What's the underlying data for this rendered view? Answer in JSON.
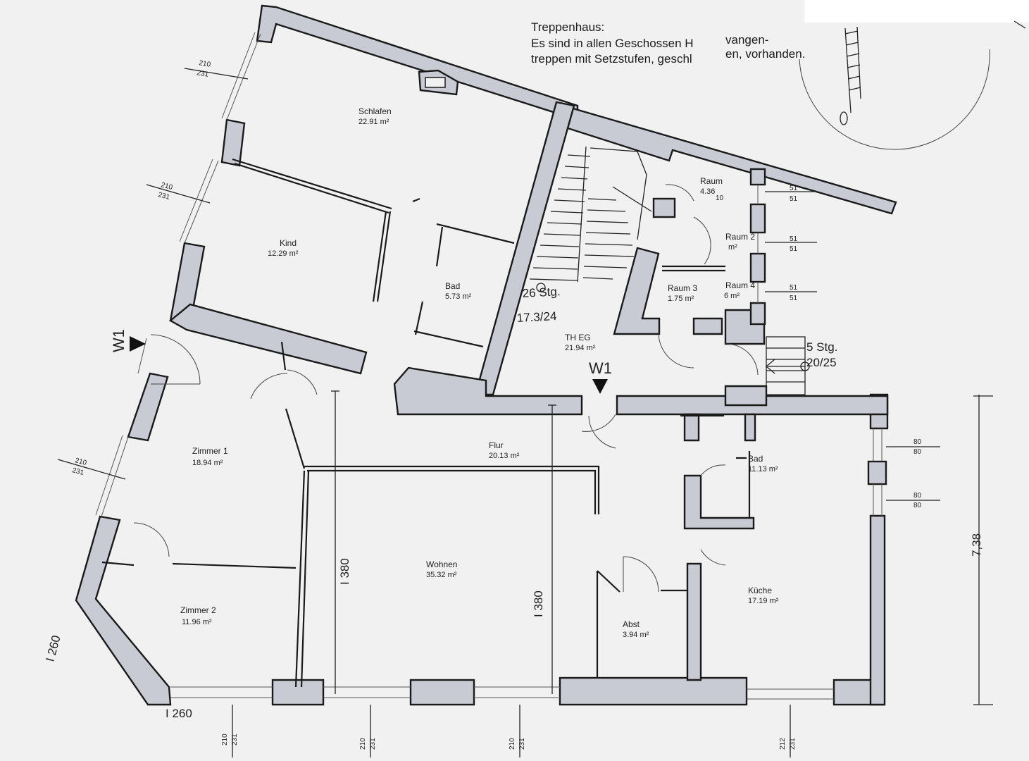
{
  "note": {
    "line1": "Treppenhaus:",
    "line2a": "Es sind in allen Geschossen H",
    "line2b": "vangen-",
    "line3a": "treppen mit Setzstufen, geschl",
    "line3b": "en, vorhanden."
  },
  "rooms": [
    {
      "key": "schlafen",
      "name": "Schlafen",
      "area": "22.91 m²"
    },
    {
      "key": "kind",
      "name": "Kind",
      "area": "12.29 m²"
    },
    {
      "key": "bad-left",
      "name": "Bad",
      "area": "5.73 m²"
    },
    {
      "key": "zimmer1",
      "name": "Zimmer 1",
      "area": "18.94 m²"
    },
    {
      "key": "zimmer2",
      "name": "Zimmer 2",
      "area": "11.96 m²"
    },
    {
      "key": "wohnen",
      "name": "Wohnen",
      "area": "35.32 m²"
    },
    {
      "key": "flur",
      "name": "Flur",
      "area": "20.13 m²"
    },
    {
      "key": "th-eg",
      "name": "TH EG",
      "area": "21.94 m²"
    },
    {
      "key": "raum3",
      "name": "Raum 3",
      "area": "1.75 m²"
    },
    {
      "key": "raum",
      "name": "Raum",
      "area": "4.36"
    },
    {
      "key": "raum2",
      "name": "Raum 2",
      "area": "m²"
    },
    {
      "key": "raum4",
      "name": "Raum 4",
      "area": "6 m²"
    },
    {
      "key": "bad-right",
      "name": "Bad",
      "area": "11.13 m²"
    },
    {
      "key": "abst",
      "name": "Abst",
      "area": "3.94 m²"
    },
    {
      "key": "kueche",
      "name": "Küche",
      "area": "17.19 m²"
    }
  ],
  "stairs": {
    "main_count": "26 Stg.",
    "main_ratio": "17.3/24",
    "small_count": "5 Stg.",
    "small_ratio": "20/25"
  },
  "markers": {
    "w1": "W1"
  },
  "dimensions": {
    "total_height": "7,38",
    "i380": "I 380",
    "i260": "I 260",
    "d210": "210",
    "d231": "231",
    "d212": "212",
    "d51": "51",
    "d80": "80",
    "d10": "10"
  }
}
